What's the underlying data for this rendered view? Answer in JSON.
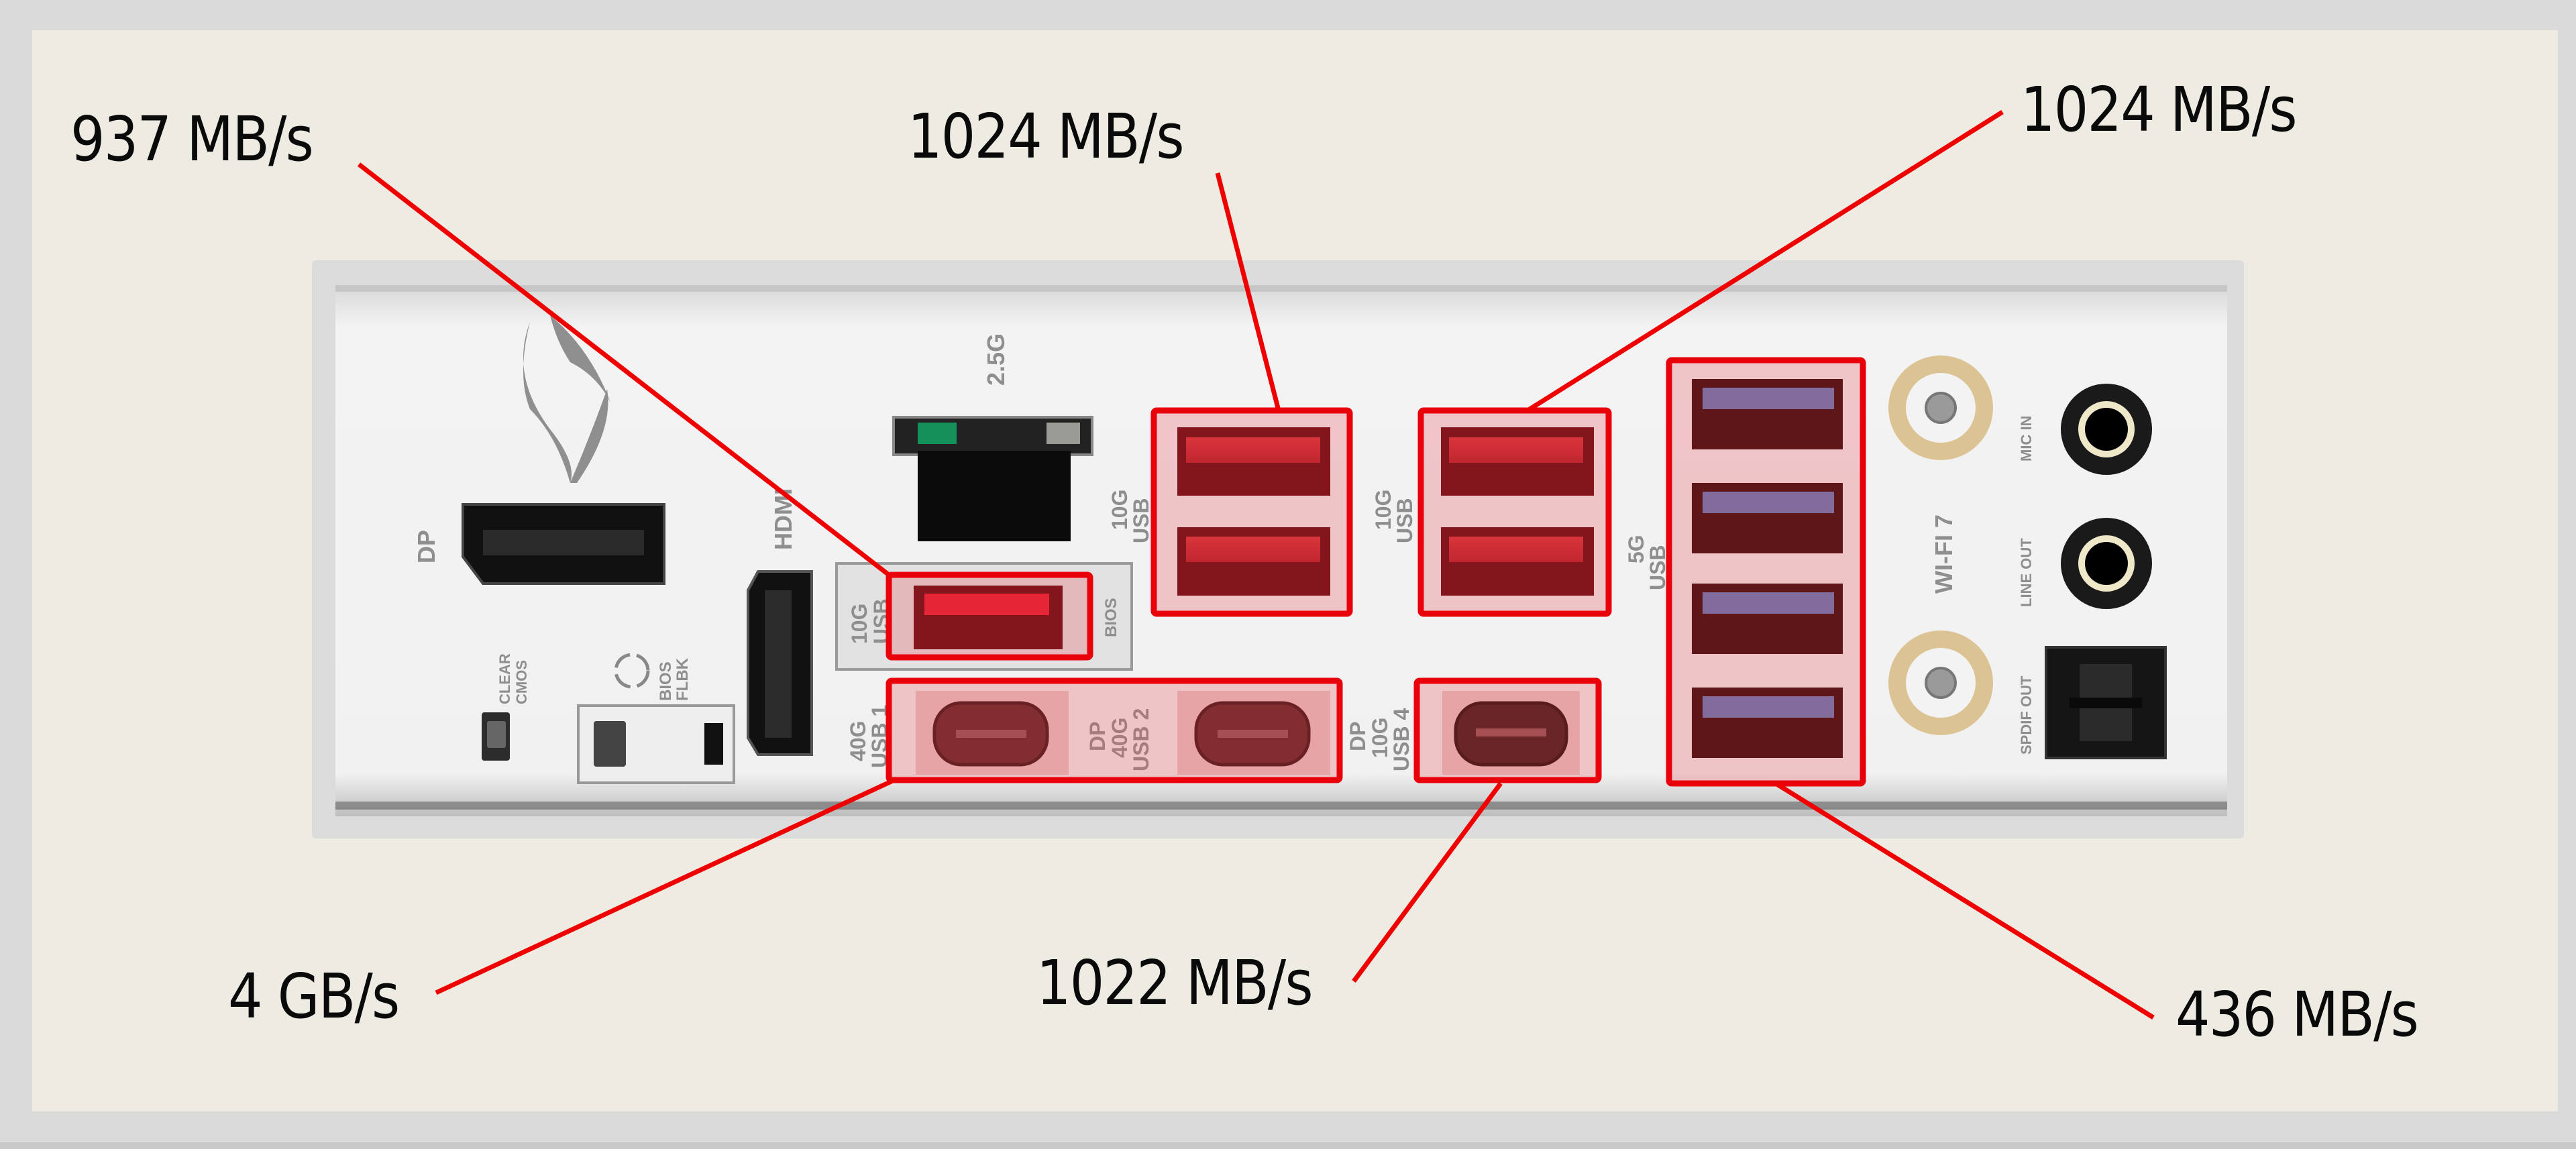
{
  "title": "Motherboard rear I/O USB speed test annotations",
  "colors": {
    "highlight_stroke": "#e8000b",
    "highlight_fill": "rgba(232,80,90,0.28)",
    "leader_line": "#ee0000",
    "label_text": "#0a0a0a",
    "background": "#edebe2"
  },
  "annotations": [
    {
      "id": "usb-10g-bios",
      "speed": "937 MB/s",
      "port": "10G USB (BIOS FlashBack)"
    },
    {
      "id": "usb-10g-pair-1",
      "speed": "1024 MB/s",
      "port": "10G USB (pair 1)"
    },
    {
      "id": "usb-10g-pair-2",
      "speed": "1024 MB/s",
      "port": "10G USB (pair 2)"
    },
    {
      "id": "usb-c-40g",
      "speed": "4 GB/s",
      "port": "40G USB-C (USB1 / DP USB2)"
    },
    {
      "id": "usb-c-10g",
      "speed": "1022 MB/s",
      "port": "DP 10G USB-C (USB4)"
    },
    {
      "id": "usb-5g",
      "speed": "436 MB/s",
      "port": "5G USB x4"
    }
  ],
  "panel_labels": {
    "dp": "DP",
    "hdmi": "HDMI",
    "lan": "2.5G",
    "clear_cmos_1": "CLEAR",
    "clear_cmos_2": "CMOS",
    "bios_flbk_1": "BIOS",
    "bios_flbk_2": "FLBK",
    "usb10g_bios_1": "10G",
    "usb10g_bios_2": "USB",
    "bios": "BIOS",
    "usb10g_pair1_1": "10G",
    "usb10g_pair1_2": "USB",
    "usb10g_pair2_1": "10G",
    "usb10g_pair2_2": "USB",
    "usb5g_1": "5G",
    "usb5g_2": "USB",
    "usbc1_1": "40G",
    "usbc1_2": "USB 1",
    "usbc2_1": "DP",
    "usbc2_2": "40G",
    "usbc2_3": "USB 2",
    "usbc4_1": "DP",
    "usbc4_2": "10G",
    "usbc4_3": "USB 4",
    "wifi": "WI-FI 7",
    "mic_in": "MIC IN",
    "line_out": "LINE OUT",
    "spdif_out": "SPDIF OUT"
  }
}
